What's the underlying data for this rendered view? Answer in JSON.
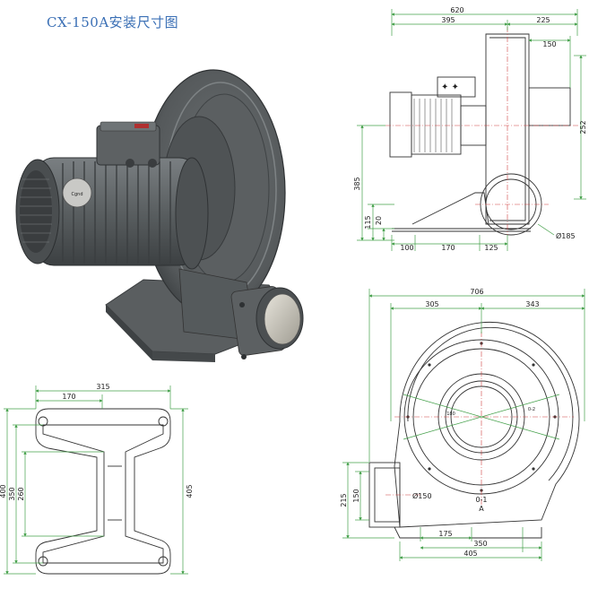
{
  "title": "CX-150A安装尺寸图",
  "side_view": {
    "dims": {
      "overall_width": "620",
      "left_width": "395",
      "right_width": "225",
      "outlet_width": "150",
      "height": "385",
      "outlet_height": "252",
      "base_115": "115",
      "base_20": "20",
      "base_100": "100",
      "base_170": "170",
      "base_125": "125",
      "inlet_dia": "Ø185"
    }
  },
  "front_view": {
    "dims": {
      "overall_width": "706",
      "left_width": "305",
      "right_width": "343",
      "height_215": "215",
      "height_150": "150",
      "outlet_dia": "Ø150",
      "base_175": "175",
      "base_350": "350",
      "base_405": "405",
      "label_left": "180",
      "label_right": "0-2",
      "label_bottom": "0-1",
      "label_a": "A"
    }
  },
  "base_view": {
    "dims": {
      "width_315": "315",
      "width_170": "170",
      "height_400": "400",
      "height_350": "350",
      "height_260": "260",
      "height_405": "405"
    }
  },
  "photo": {
    "motor_plate_text": "Cgnd",
    "colors": {
      "body": "#5f6466",
      "body_dark": "#3e4244",
      "body_light": "#8a8f91",
      "outlet_inner": "#cfcdc4"
    }
  },
  "colors": {
    "dimension_line": "#44a04a",
    "centerline": "#d04040",
    "title": "#3a6fb5",
    "outline": "#333333"
  }
}
